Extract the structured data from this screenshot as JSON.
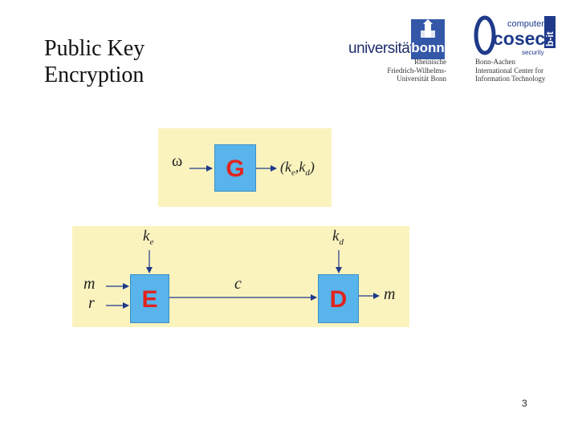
{
  "slide": {
    "title_line1": "Public Key",
    "title_line2": "Encryption",
    "page_number": "3"
  },
  "logos": {
    "uni_bonn": {
      "word": "universität",
      "emphasis": "bonn",
      "sub_line1": "Rheinische",
      "sub_line2": "Friedrich-Wilhelms-",
      "sub_line3": "Universität Bonn"
    },
    "cosec": {
      "word_top": "computer",
      "word_main": "cosec",
      "word_bottom": "security",
      "word_side": "b-it",
      "sub_line1": "Bonn-Aachen",
      "sub_line2": "International Center for",
      "sub_line3": "Information Technology"
    }
  },
  "diagram": {
    "generator": {
      "input": "ω",
      "box": "G",
      "output_main": "(k",
      "output_sub_e": "e",
      "output_sep": ",k",
      "output_sub_d": "d",
      "output_close": ")"
    },
    "encrypt": {
      "box": "E",
      "key_main": "k",
      "key_sub": "e",
      "input_message": "m",
      "input_random": "r"
    },
    "channel": {
      "label": "c"
    },
    "decrypt": {
      "box": "D",
      "key_main": "k",
      "key_sub": "d",
      "output": "m"
    },
    "colors": {
      "panel": "#fbf3be",
      "box": "#58b4ea",
      "box_letter": "#e0241f",
      "arrow": "#1f3a8a"
    }
  }
}
